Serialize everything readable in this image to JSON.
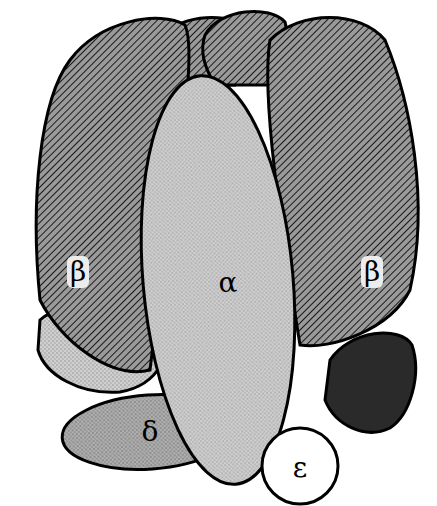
{
  "diagram": {
    "nodes": [
      {
        "text": [
          "β"
        ]
      },
      {
        "text": [
          "α"
        ]
      },
      {
        "text": [
          "β"
        ]
      },
      {
        "text": [
          "δ"
        ]
      },
      {
        "text": [
          "ε"
        ]
      }
    ]
  }
}
